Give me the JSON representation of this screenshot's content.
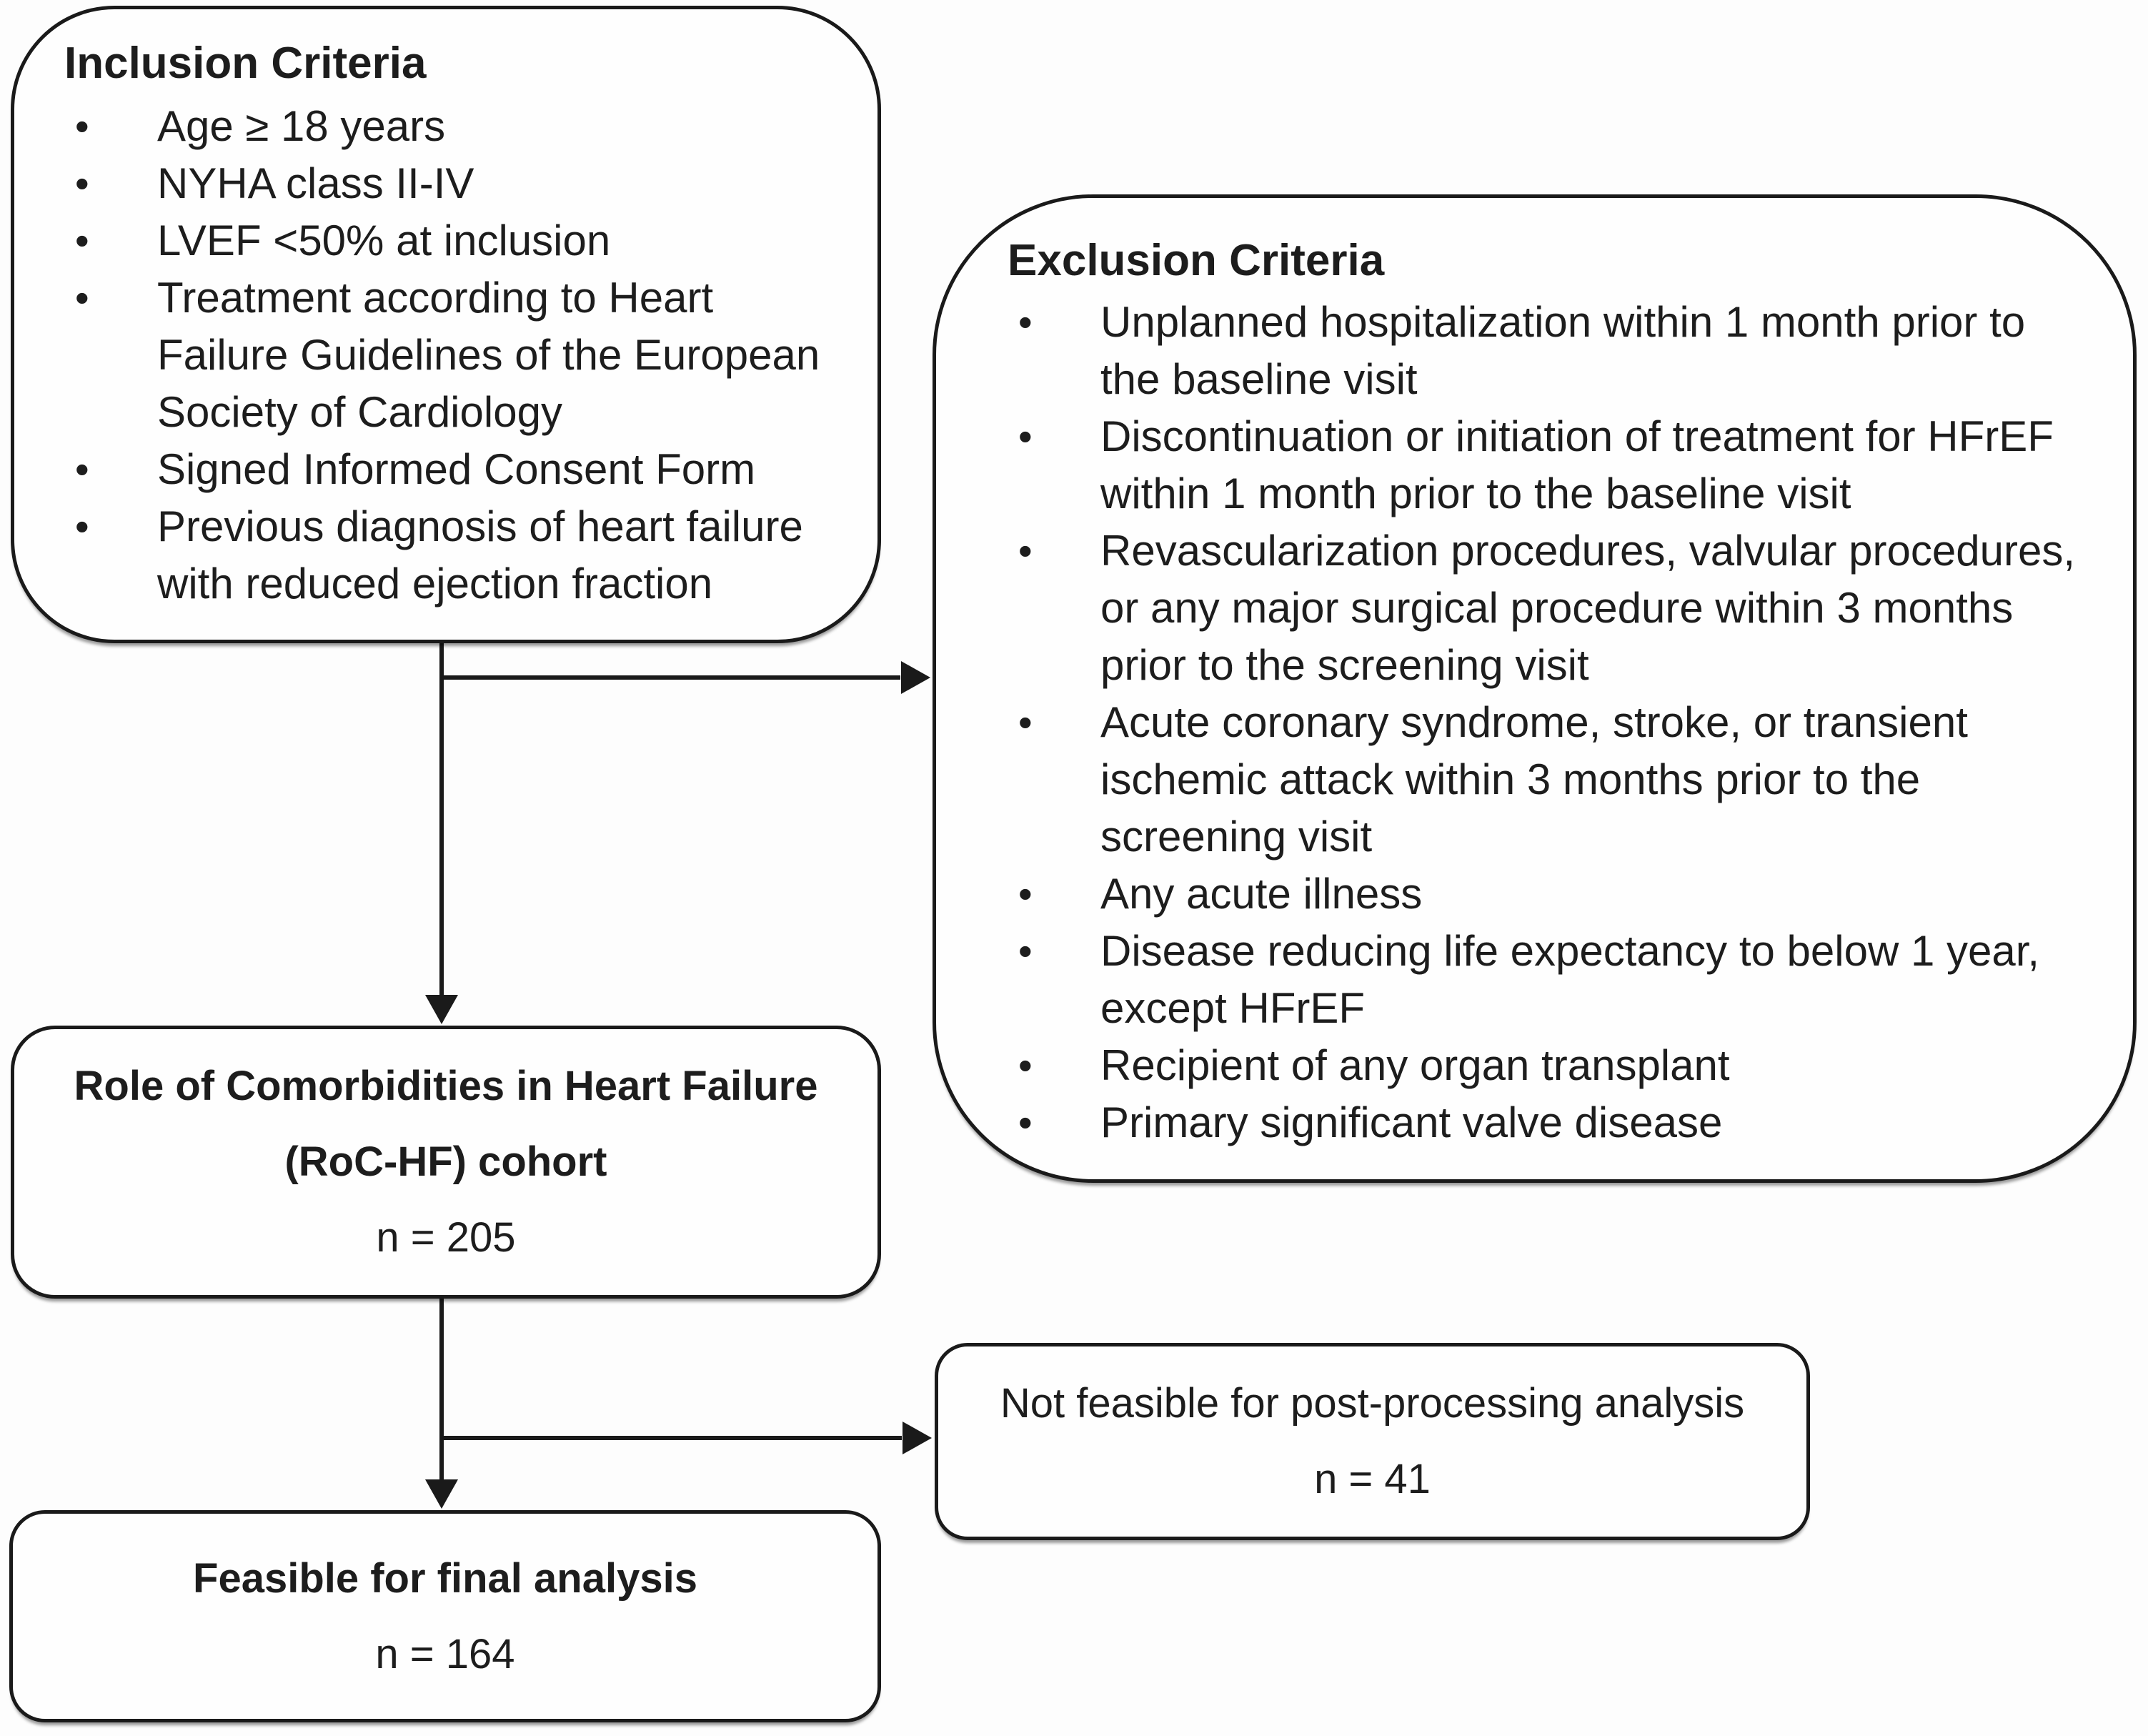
{
  "figure": {
    "type": "study-flow-diagram",
    "inclusion": {
      "title": "Inclusion Criteria",
      "items": [
        "Age ≥ 18 years",
        "NYHA class II-IV",
        "LVEF <50% at inclusion",
        "Treatment according to Heart Failure Guidelines of the European Society of Cardiology",
        "Signed Informed Consent Form",
        "Previous diagnosis of heart failure with reduced ejection fraction"
      ]
    },
    "exclusion": {
      "title": "Exclusion Criteria",
      "items": [
        "Unplanned hospitalization within 1 month prior to the baseline visit",
        "Discontinuation or initiation of treatment for HFrEF within 1 month prior to the baseline visit",
        "Revascularization procedures, valvular procedures, or any major surgical procedure within 3 months prior to the screening visit",
        "Acute coronary syndrome, stroke, or transient ischemic attack within 3 months prior to the screening visit",
        "Any acute illness",
        "Disease reducing life expectancy to below 1 year, except HFrEF",
        "Recipient of any organ transplant",
        "Primary significant valve disease"
      ]
    },
    "cohort": {
      "title": "Role of Comorbidities in Heart Failure",
      "subtitle": "(RoC-HF) cohort",
      "n_label": "n = 205"
    },
    "not_feasible": {
      "label": "Not feasible for post-processing analysis",
      "n_label": "n = 41"
    },
    "feasible": {
      "label": "Feasible for final analysis",
      "n_label": "n = 164"
    },
    "colors": {
      "line": "#1a1a1a",
      "text": "#1d1d1d",
      "background": "#fdfdfd"
    }
  }
}
